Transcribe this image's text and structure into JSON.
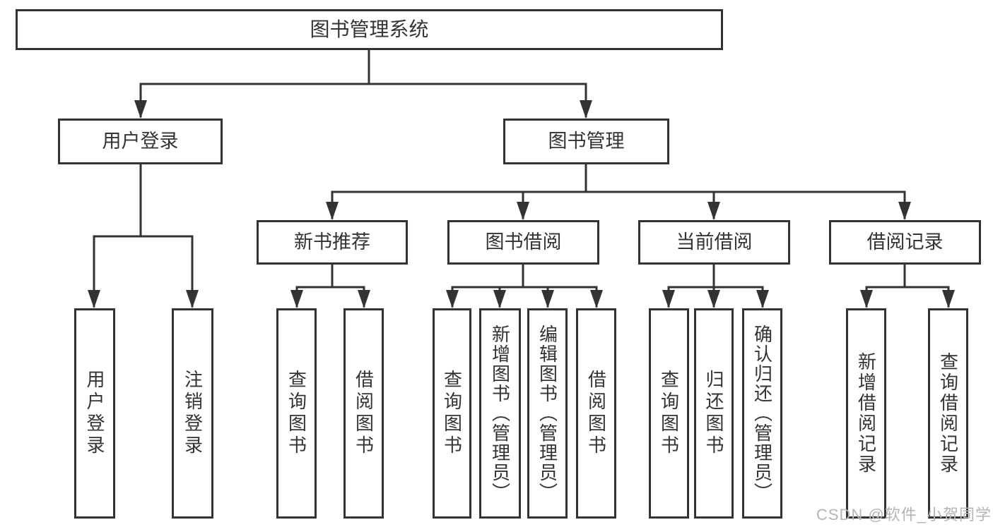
{
  "colors": {
    "line": "#333333",
    "box_background": "#ffffff",
    "watermark": "#b5b5b5"
  },
  "tree": {
    "root": {
      "label": "图书管理系统"
    },
    "branches": [
      {
        "label": "用户登录",
        "children": [
          {
            "label": "用户登录"
          },
          {
            "label": "注销登录"
          }
        ]
      },
      {
        "label": "图书管理",
        "groups": [
          {
            "label": "新书推荐",
            "children": [
              {
                "label": "查询图书"
              },
              {
                "label": "借阅图书"
              }
            ]
          },
          {
            "label": "图书借阅",
            "children": [
              {
                "label": "查询图书"
              },
              {
                "label": "新增图书（管理员）"
              },
              {
                "label": "编辑图书（管理员）"
              },
              {
                "label": "借阅图书"
              }
            ]
          },
          {
            "label": "当前借阅",
            "children": [
              {
                "label": "查询图书"
              },
              {
                "label": "归还图书"
              },
              {
                "label": "确认归还（管理员）"
              }
            ]
          },
          {
            "label": "借阅记录",
            "children": [
              {
                "label": "新增借阅记录"
              },
              {
                "label": "查询借阅记录"
              }
            ]
          }
        ]
      }
    ]
  },
  "watermark": {
    "text": "CSDN @软件_小贺同学"
  }
}
